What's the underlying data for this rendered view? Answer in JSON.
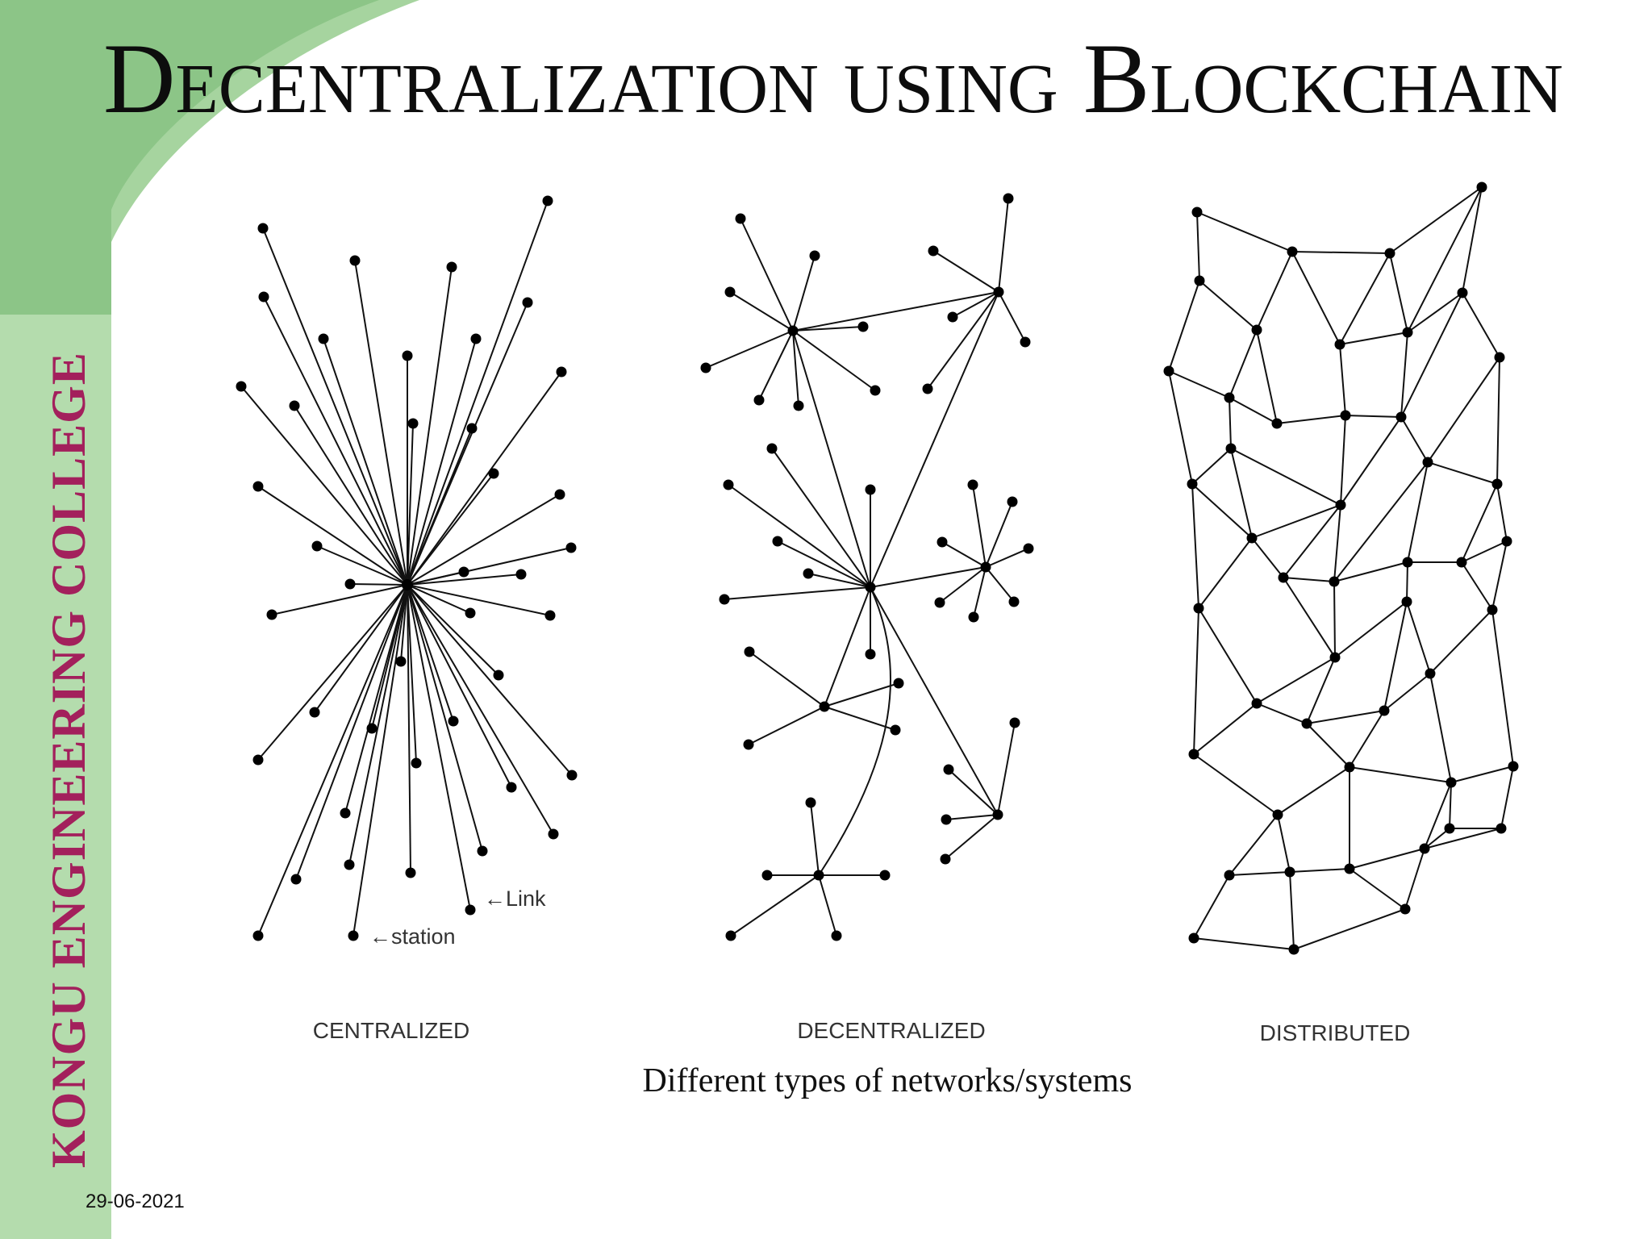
{
  "slide": {
    "title": "Decentralization using Blockchain",
    "sidebar_text": "KONGU ENGINEERING COLLEGE",
    "date": "29-06-2021"
  },
  "figure": {
    "caption": "Different types of networks/systems",
    "panels": [
      {
        "label": "CENTRALIZED"
      },
      {
        "label": "DECENTRALIZED"
      },
      {
        "label": "DISTRIBUTED"
      }
    ],
    "annotations": {
      "link": "←Link",
      "station": "←station"
    }
  },
  "colors": {
    "sidebar_green": "#b4dcad",
    "swoosh_green": "#8cc587",
    "sidebar_text": "#a3205c"
  }
}
